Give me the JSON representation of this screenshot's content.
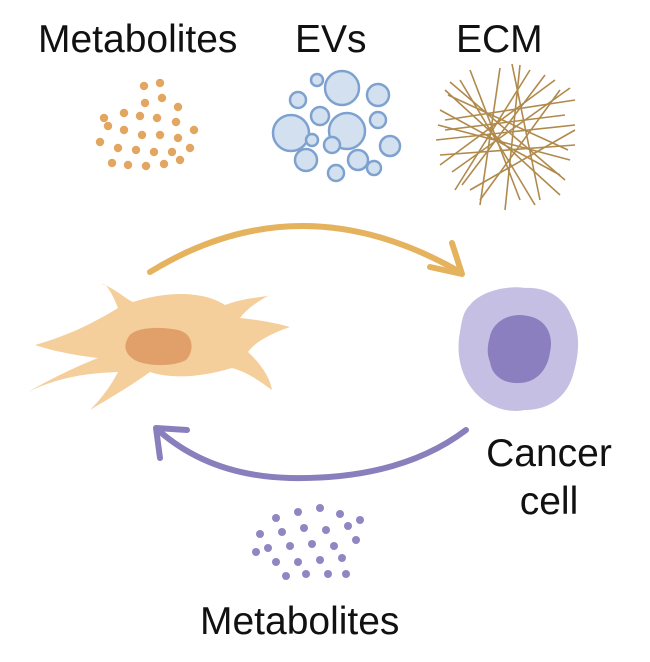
{
  "labels": {
    "metabolites_top": "Metabolites",
    "evs": "EVs",
    "ecm": "ECM",
    "metabolites_bottom": "Metabolites",
    "cancer_line1": "Cancer",
    "cancer_line2": "cell"
  },
  "colors": {
    "fibroblast_fill": "#f4cf9b",
    "fibroblast_nucleus": "#e1a06a",
    "orange_dots": "#e3a660",
    "orange_arrow": "#e5b25e",
    "ev_fill": "#d3e0ef",
    "ev_stroke": "#7ea2cf",
    "ecm_fiber": "#b08a4c",
    "cancer_outer": "#c5c0e3",
    "cancer_inner": "#8b7fbf",
    "purple_arrow": "#8a7fbd",
    "purple_dots": "#8f86c2"
  }
}
